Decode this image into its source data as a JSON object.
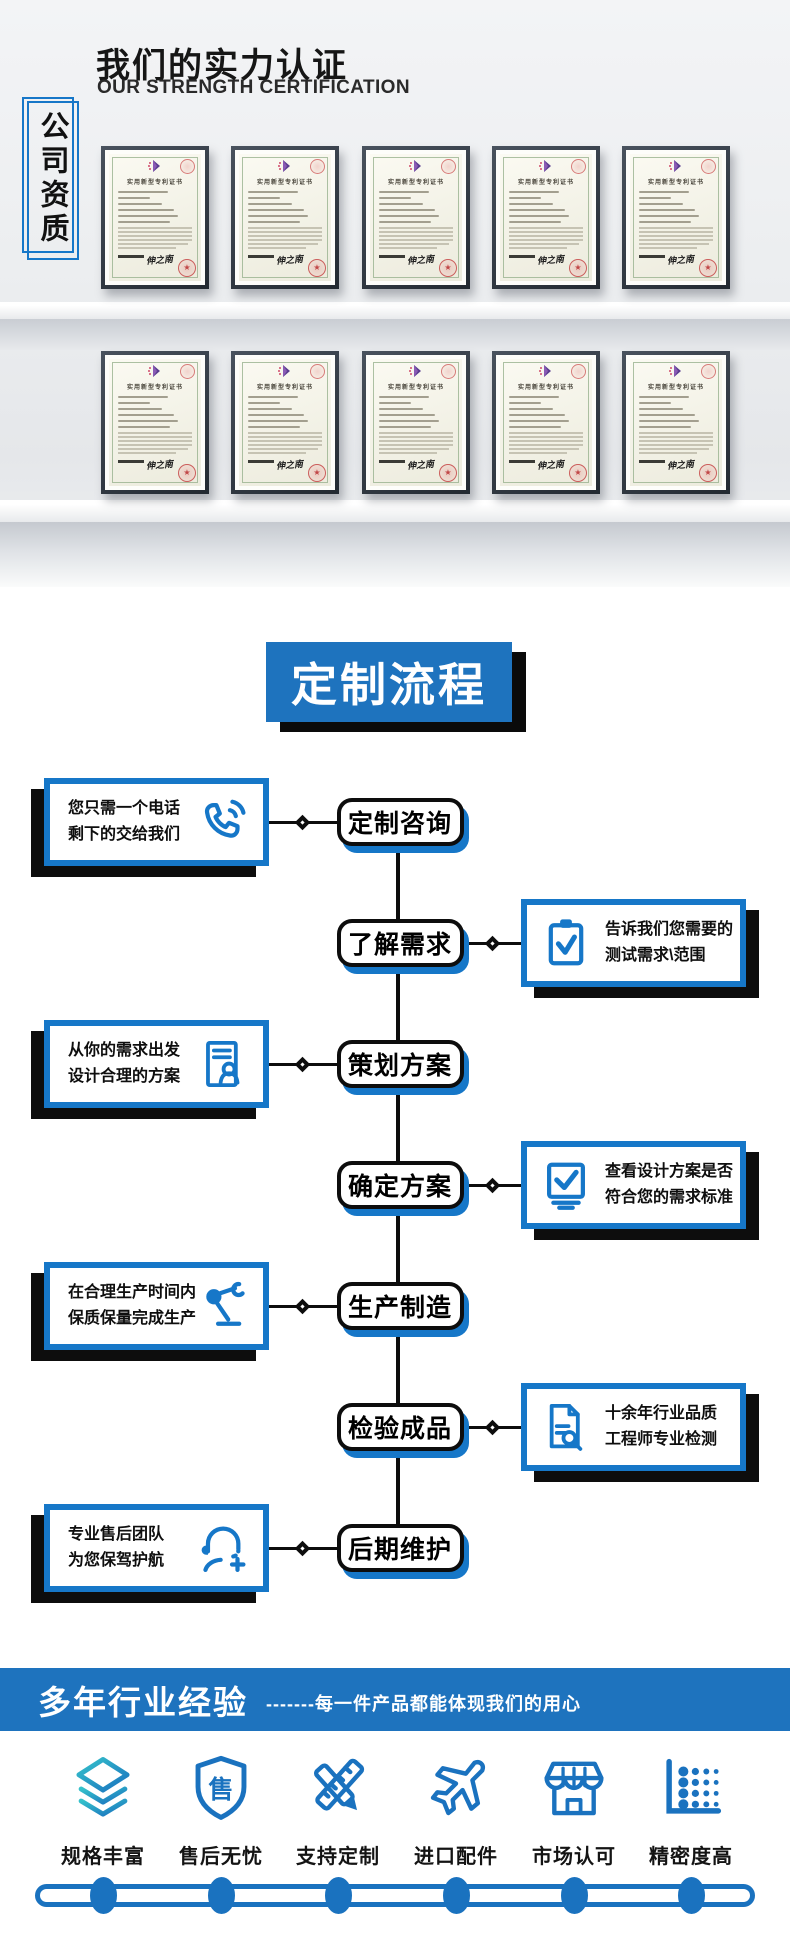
{
  "certification": {
    "heading": "我们的实力认证",
    "subheading": "OUR STRENGTH CERTIFICATION",
    "side_label": "公司资质",
    "certificate": {
      "title": "实用新型专利证书",
      "signature": "伸之南",
      "seal_icon": "red-seal-icon",
      "stamp_icon": "red-stamp-icon",
      "logo_icon": "patent-logo-icon",
      "stamp_glyph": "★"
    },
    "shelves": [
      {
        "count": 5
      },
      {
        "count": 5
      }
    ]
  },
  "process": {
    "title": "定制流程",
    "steps": [
      {
        "label": "定制咨询",
        "side": "left",
        "note1": "您只需一个电话",
        "note2": "剩下的交给我们",
        "icon": "phone-icon"
      },
      {
        "label": "了解需求",
        "side": "right",
        "note1": "告诉我们您需要的",
        "note2": "测试需求\\范围",
        "icon": "clipboard-check-icon"
      },
      {
        "label": "策划方案",
        "side": "left",
        "note1": "从你的需求出发",
        "note2": "设计合理的方案",
        "icon": "resume-search-icon"
      },
      {
        "label": "确定方案",
        "side": "right",
        "note1": "查看设计方案是否",
        "note2": "符合您的需求标准",
        "icon": "monitor-check-icon"
      },
      {
        "label": "生产制造",
        "side": "left",
        "note1": "在合理生产时间内",
        "note2": "保质保量完成生产",
        "icon": "robot-arm-icon"
      },
      {
        "label": "检验成品",
        "side": "right",
        "note1": "十余年行业品质",
        "note2": "工程师专业检测",
        "icon": "document-search-icon"
      },
      {
        "label": "后期维护",
        "side": "left",
        "note1": "专业售后团队",
        "note2": "为您保驾护航",
        "icon": "headset-service-icon"
      }
    ]
  },
  "experience": {
    "title": "多年行业经验",
    "tagline": "-------每一件产品都能体现我们的用心",
    "features": [
      {
        "label": "规格丰富",
        "icon": "layers-icon"
      },
      {
        "label": "售后无忧",
        "icon": "shield-sale-icon",
        "glyph": "售"
      },
      {
        "label": "支持定制",
        "icon": "pencil-ruler-icon"
      },
      {
        "label": "进口配件",
        "icon": "airplane-icon"
      },
      {
        "label": "市场认可",
        "icon": "storefront-icon"
      },
      {
        "label": "精密度高",
        "icon": "precision-chart-icon"
      }
    ]
  },
  "colors": {
    "flow_blue": "#1677c8",
    "banner_blue": "#1e73be",
    "icon_blue": "#1a72bf",
    "teal_accent": "#35c2cb",
    "ink_black": "#0d0d0d"
  }
}
